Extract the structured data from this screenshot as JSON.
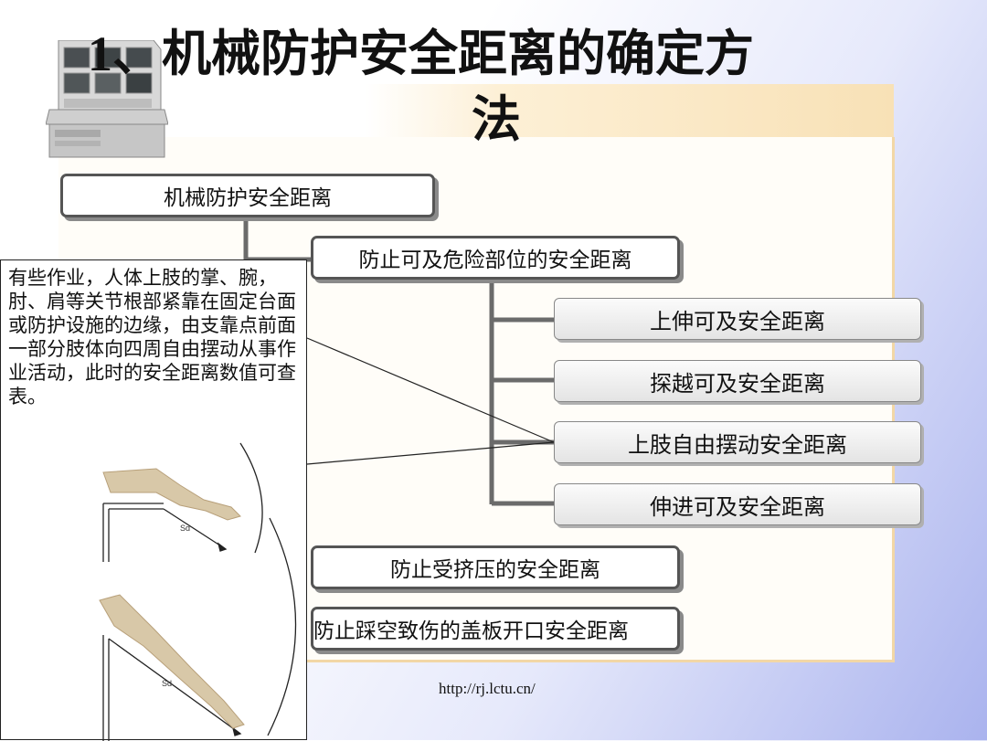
{
  "title": {
    "number": "1、",
    "line1": "机械防护安全距离的确定方",
    "line2": "法"
  },
  "diagram": {
    "root": "机械防护安全距离",
    "branches": [
      "防止可及危险部位的安全距离",
      "防止受挤压的安全距离",
      "防止踩空致伤的盖板开口安全距离"
    ],
    "sub_branches": [
      "上伸可及安全距离",
      "探越可及安全距离",
      "上肢自由摆动安全距离",
      "伸进可及安全距离"
    ]
  },
  "note": {
    "text": "有些作业，人体上肢的掌、腕，肘、肩等关节根部紧靠在固定台面或防护设施的边缘，由支靠点前面一部分肢体向四周自由摆动从事作业活动，此时的安全距离数值可查表。",
    "figure_labels": [
      "Sd",
      "Sd"
    ]
  },
  "footer": {
    "url": "http://rj.lctu.cn/"
  },
  "colors": {
    "connector": "#6b6b6b",
    "panel_border": "#f2d7a6",
    "background_accent": "#aab3ee"
  },
  "icons": {
    "computer": "monitoring-console-icon"
  }
}
